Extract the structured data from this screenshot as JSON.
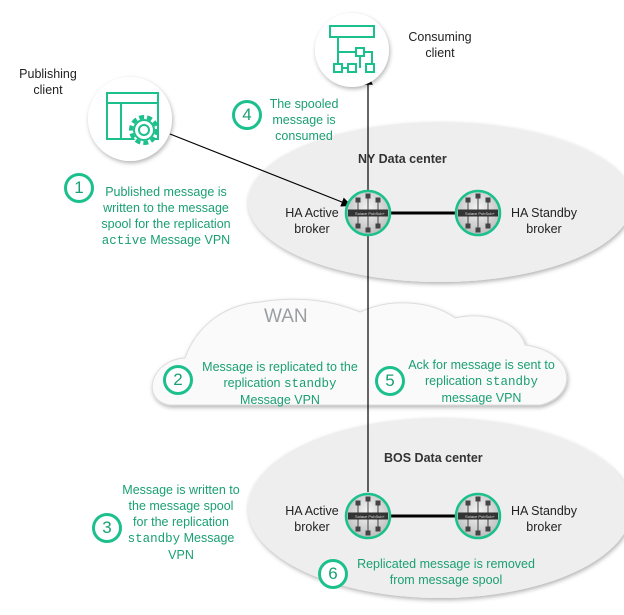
{
  "colors": {
    "accent": "#1cc08c",
    "step_text": "#1a9f73",
    "datacenter_fill": "#eeeeee"
  },
  "clients": {
    "publishing": "Publishing client",
    "consuming": "Consuming client"
  },
  "datacenters": {
    "ny": {
      "title": "NY Data center",
      "active": "HA Active broker",
      "standby": "HA Standby broker"
    },
    "bos": {
      "title": "BOS Data center",
      "active": "HA Active broker",
      "standby": "HA Standby broker"
    }
  },
  "wan": "WAN",
  "broker_logo": "Solace PubSub+",
  "steps": [
    {
      "num": "1",
      "pre": "Published message is written to the message spool for the replication ",
      "code": "active",
      "post": " Message VPN"
    },
    {
      "num": "2",
      "pre": "Message is replicated to the replication ",
      "code": "standby",
      "post": " Message VPN"
    },
    {
      "num": "3",
      "pre": "Message is written to the message spool for the replication ",
      "code": "standby",
      "post": " Message VPN"
    },
    {
      "num": "4",
      "pre": "The spooled message is consumed",
      "code": "",
      "post": ""
    },
    {
      "num": "5",
      "pre": "Ack for message is sent to replication ",
      "code": "standby",
      "post": " message VPN"
    },
    {
      "num": "6",
      "pre": "Replicated message is removed from message spool",
      "code": "",
      "post": ""
    }
  ]
}
